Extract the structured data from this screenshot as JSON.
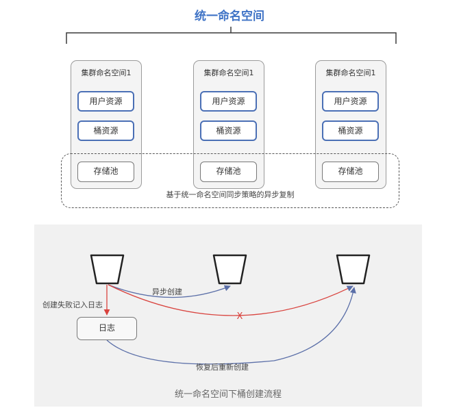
{
  "title": "统一命名空间",
  "clusters": [
    {
      "name": "集群命名空间1",
      "user_resource": "用户资源",
      "bucket_resource": "桶资源",
      "storage_pool": "存储池"
    },
    {
      "name": "集群命名空间1",
      "user_resource": "用户资源",
      "bucket_resource": "桶资源",
      "storage_pool": "存储池"
    },
    {
      "name": "集群命名空间1",
      "user_resource": "用户资源",
      "bucket_resource": "桶资源",
      "storage_pool": "存储池"
    }
  ],
  "replication_policy_label": "基于统一命名空间同步策略的异步复制",
  "flow": {
    "async_create_label": "异步创建",
    "create_fail_log_label": "创建失败记入日志",
    "log_label": "日志",
    "fail_mark": "X",
    "recover_label": "恢复后重新创建",
    "caption": "统一命名空间下桶创建流程"
  },
  "colors": {
    "title": "#3f73c6",
    "resource_border": "#4a6fb5",
    "blue_arrow": "#5b6fa8",
    "red_arrow": "#d9433e"
  }
}
